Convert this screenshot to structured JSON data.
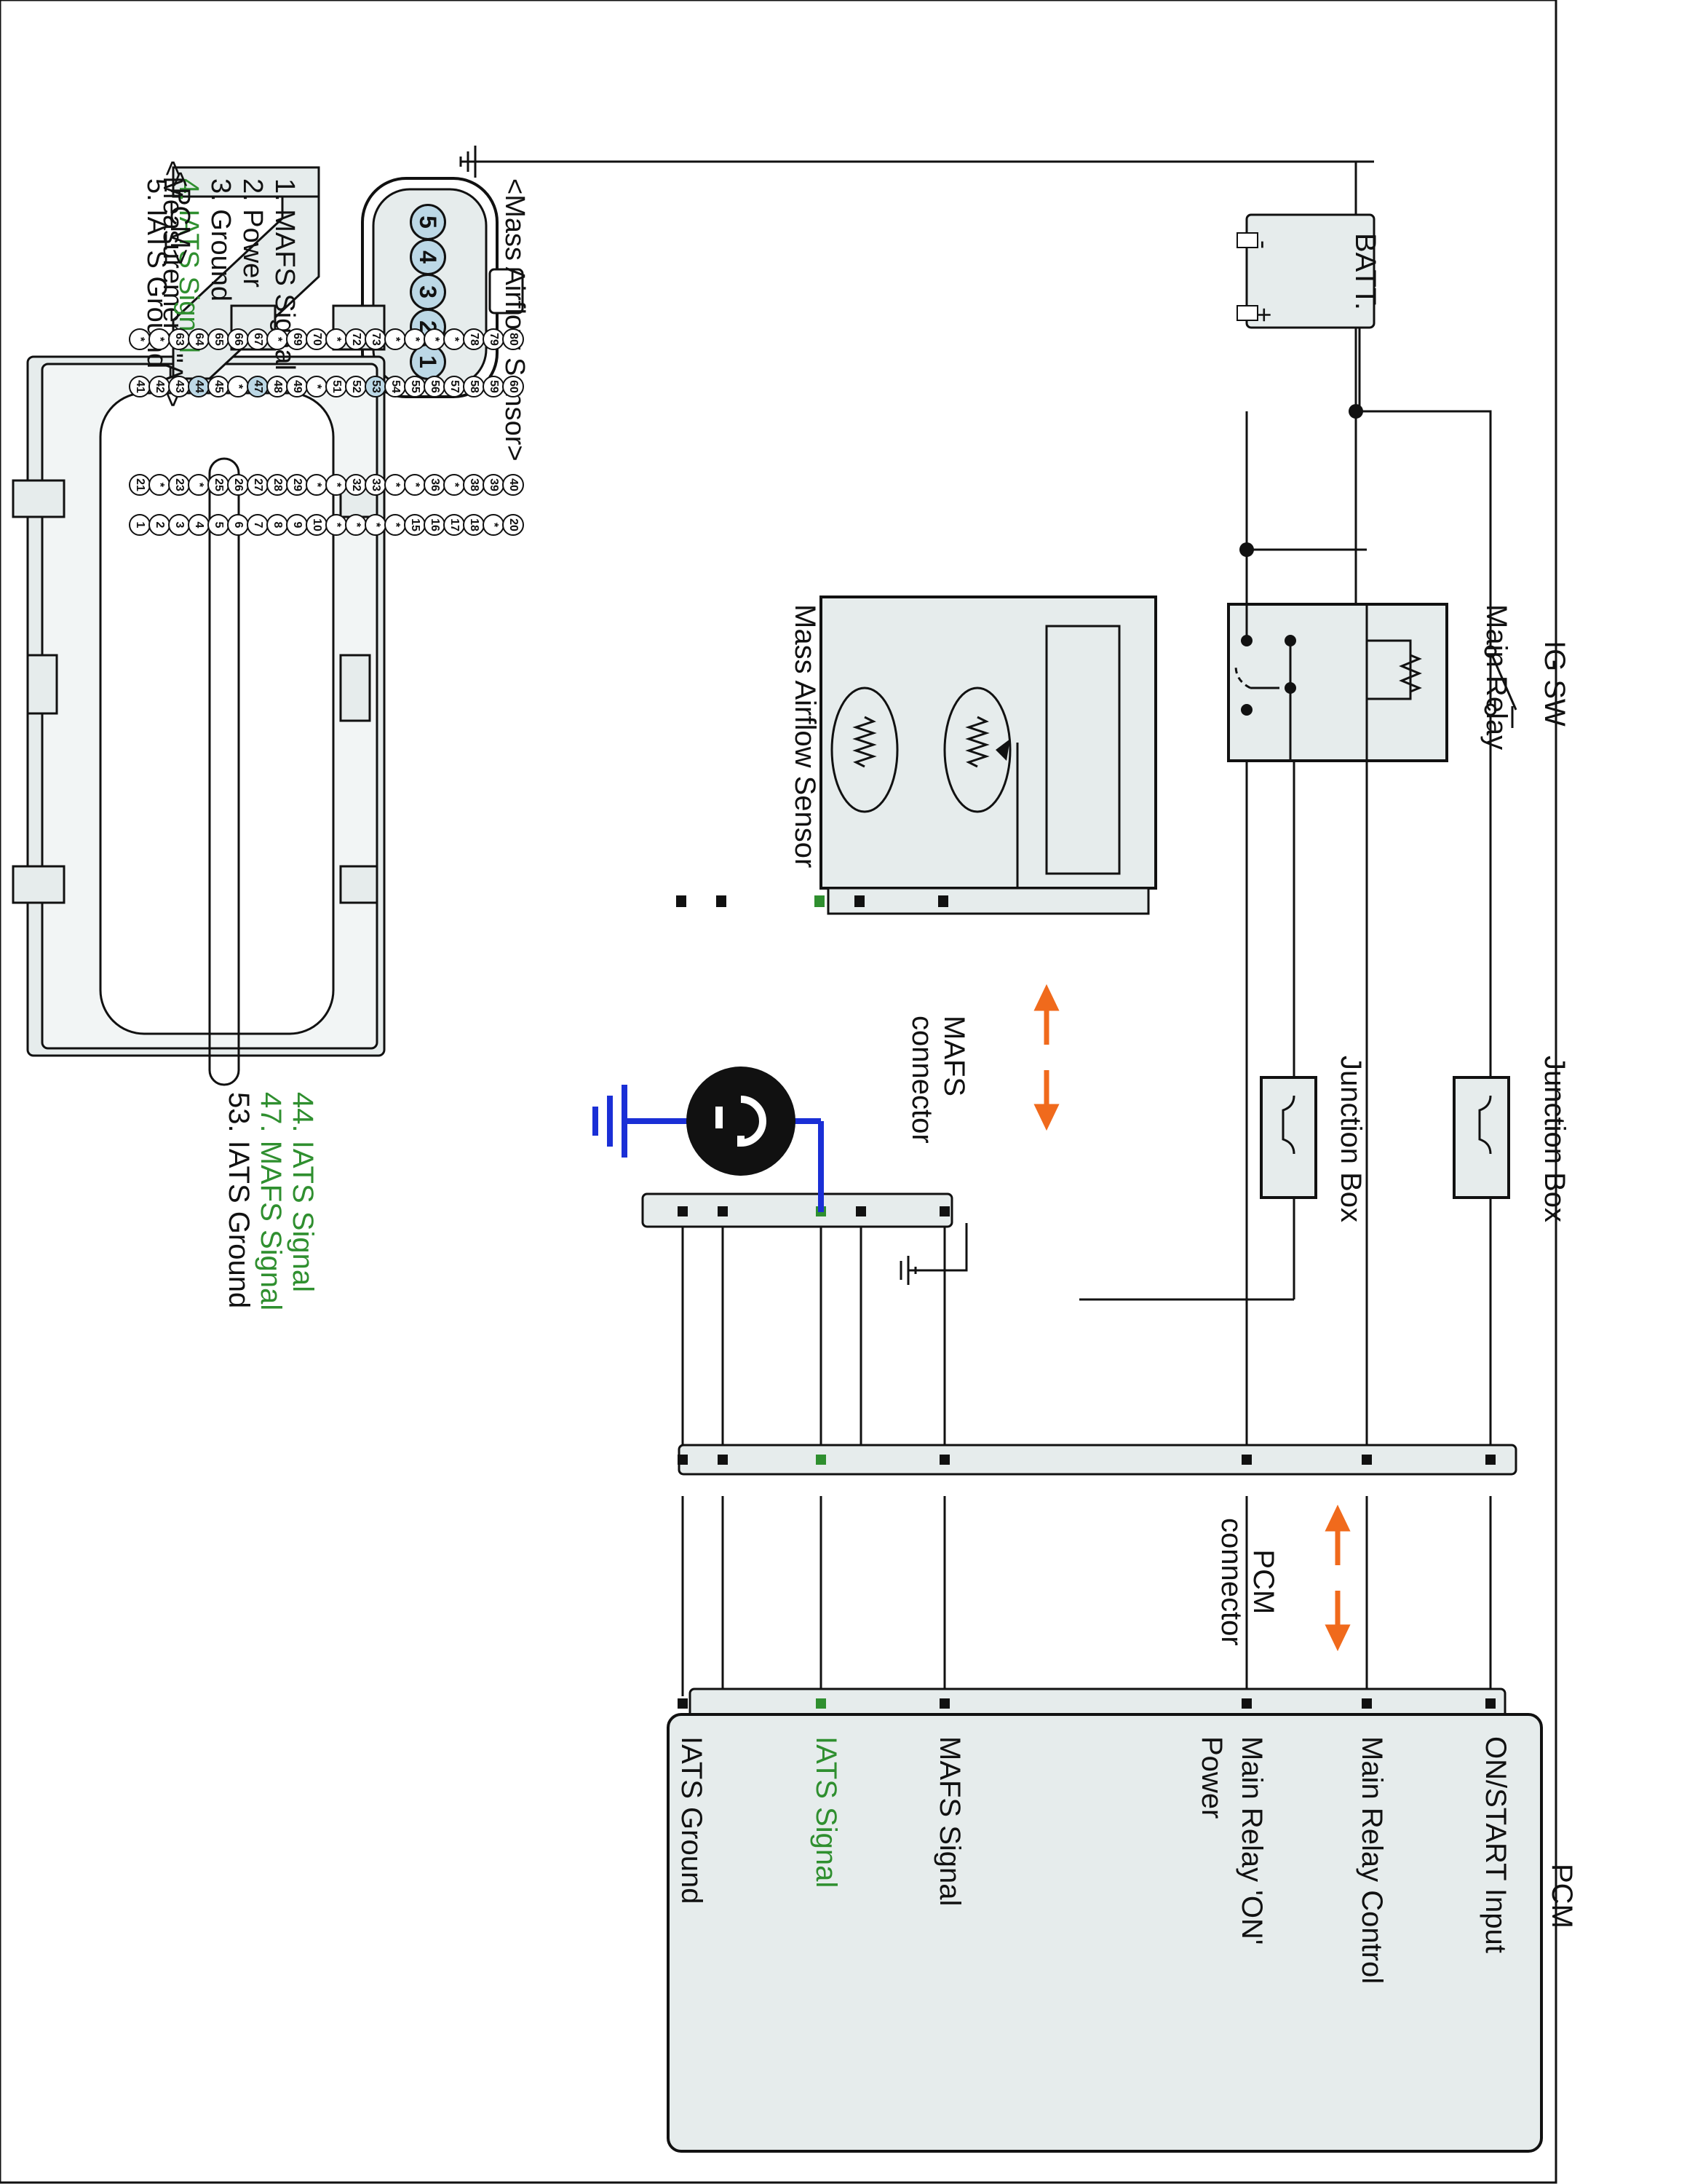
{
  "measurement_title": "<Measurement \"A\">",
  "mas_title": "<Mass Airflow Sensor>",
  "mas_legend": [
    {
      "text": "1. MAFS Signal",
      "color": "#111111"
    },
    {
      "text": "2. Power",
      "color": "#111111"
    },
    {
      "text": "3. Ground",
      "color": "#111111"
    },
    {
      "text": "4. IATS Signal",
      "color": "#2f8f2f"
    },
    {
      "text": "5. IATS Ground",
      "color": "#111111"
    }
  ],
  "mas_pins": [
    "5",
    "4",
    "3",
    "2",
    "1"
  ],
  "batt_label": "BATT.",
  "batt_minus": "-",
  "batt_plus": "+",
  "ig_sw_label": "IG SW",
  "main_relay_label": "Main Relay",
  "junction_box_label_1": "Junction Box",
  "junction_box_label_2": "Junction Box",
  "mas_device_label": "Mass Airflow Sensor",
  "mafs_connector_label": [
    "MAFS",
    "connector"
  ],
  "pcm_connector_label": [
    "PCM",
    "connector"
  ],
  "pcm_box_title": "PCM",
  "pcm_pins": [
    {
      "text": "ON/START Input",
      "color": "#111111"
    },
    {
      "text": "Main Relay Control",
      "color": "#111111"
    },
    {
      "text": "Main Relay 'ON'",
      "color": "#111111"
    },
    {
      "text": "Power",
      "color": "#111111"
    },
    {
      "text": "MAFS Signal",
      "color": "#111111"
    },
    {
      "text": "IATS Signal",
      "color": "#2f8f2f"
    },
    {
      "text": "IATS Ground",
      "color": "#111111"
    }
  ],
  "pcm_title": "<PCM>",
  "pcm_legend": [
    {
      "text": "44. IATS Signal",
      "color": "#2f8f2f"
    },
    {
      "text": "47. MAFS Signal",
      "color": "#2f8f2f"
    },
    {
      "text": "53. IATS Ground",
      "color": "#111111"
    }
  ],
  "pcm_connector_rows": [
    [
      "1",
      "2",
      "3",
      "4",
      "5",
      "6",
      "7",
      "8",
      "9",
      "10",
      "*",
      "*",
      "*",
      "*",
      "15",
      "16",
      "17",
      "18",
      "*",
      "20"
    ],
    [
      "21",
      "*",
      "23",
      "*",
      "25",
      "26",
      "27",
      "28",
      "29",
      "*",
      "*",
      "32",
      "33",
      "*",
      "*",
      "36",
      "*",
      "38",
      "39",
      "40"
    ],
    [
      "41",
      "42",
      "43",
      "44",
      "45",
      "*",
      "47",
      "48",
      "49",
      "*",
      "51",
      "52",
      "53",
      "54",
      "55",
      "56",
      "57",
      "58",
      "59",
      "60"
    ],
    [
      "*",
      "*",
      "63",
      "64",
      "65",
      "66",
      "67",
      "*",
      "69",
      "70",
      "*",
      "72",
      "73",
      "*",
      "*",
      "*",
      "*",
      "78",
      "79",
      "80"
    ]
  ],
  "highlight_pins": [
    "44",
    "47",
    "53"
  ],
  "colors": {
    "wire": "#111111",
    "ground_wire": "#1a2fd6",
    "signal_green": "#2f8f2f",
    "arrow": "#f06a1c",
    "component_fill": "#e6ecec",
    "pin_highlight": "#bcd8e6"
  }
}
